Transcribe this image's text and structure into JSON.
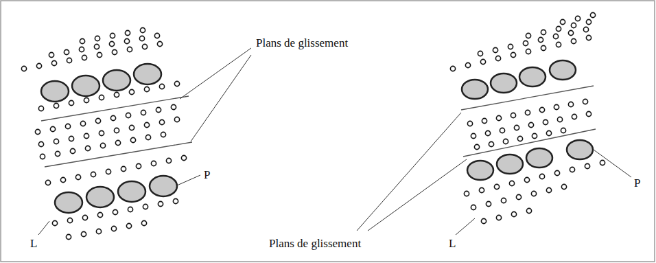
{
  "diagram": {
    "labels": [
      "Plans de glissement",
      "P",
      "P",
      "L",
      "Plans de glissement",
      "L"
    ]
  }
}
